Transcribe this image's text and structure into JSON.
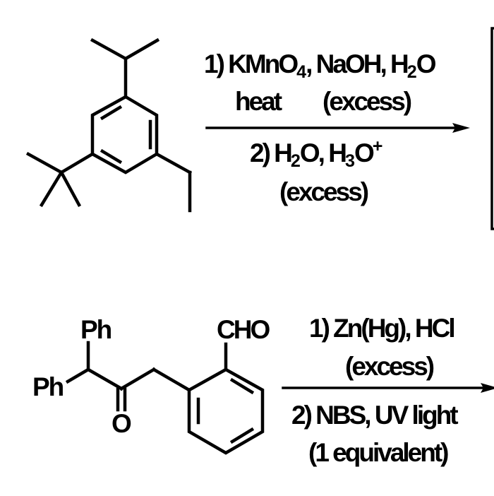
{
  "reaction_1": {
    "starting_material": "1-tert-butyl-3-ethyl-5-isopropylbenzene",
    "conditions_above": {
      "line1_prefix": "1) KMnO",
      "line1_sub1": "4",
      "line1_mid": ", NaOH, H",
      "line1_sub2": "2",
      "line1_suffix": "O",
      "line2_a": "heat",
      "line2_b": "(excess)"
    },
    "conditions_below": {
      "line1_prefix": "2) H",
      "line1_sub1": "2",
      "line1_mid": "O, H",
      "line1_sub2": "3",
      "line1_o": "O",
      "line1_sup": "+",
      "line2": "(excess)"
    },
    "product_box": "empty answer box"
  },
  "reaction_2": {
    "starting_material": {
      "label_ph_top": "Ph",
      "label_ph_left": "Ph",
      "label_o": "O",
      "label_cho": "CHO"
    },
    "conditions_above": {
      "line1": "1) Zn(Hg), HCl",
      "line2": "(excess)"
    },
    "conditions_below": {
      "line1": "2) NBS, UV light",
      "line2": "(1 equivalent)"
    }
  },
  "colors": {
    "ink": "#000000",
    "background": "#ffffff"
  }
}
